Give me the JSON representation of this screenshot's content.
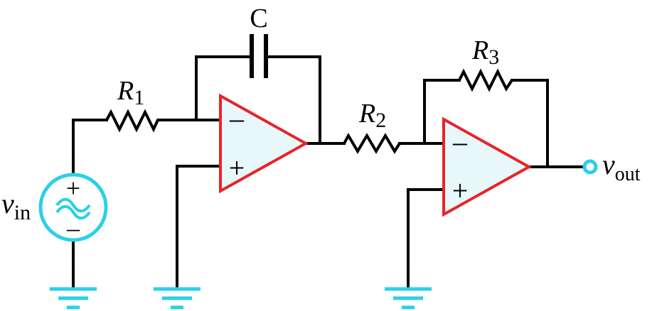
{
  "labels": {
    "r1": {
      "main": "R",
      "sub": "1"
    },
    "r2": {
      "main": "R",
      "sub": "2"
    },
    "r3": {
      "main": "R",
      "sub": "3"
    },
    "c": "C",
    "vin": {
      "main": "v",
      "sub": "in"
    },
    "vout": {
      "main": "v",
      "sub": "out"
    },
    "op_minus": "–",
    "op_plus": "+",
    "src_plus": "+",
    "src_minus": "–"
  },
  "colors": {
    "wire": "#000000",
    "opamp_stroke": "#e8232a",
    "opamp_fill": "#e8f8fa",
    "source_and_ground": "#2ad0e8",
    "label": "#000000"
  }
}
